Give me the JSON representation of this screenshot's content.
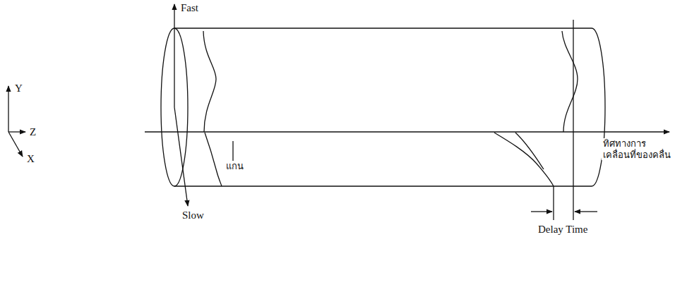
{
  "diagram": {
    "labels": [
      "Y",
      "Z",
      "X",
      "Fast",
      "Slow",
      "แกน",
      "ทิศทางการ เคลื่อนที่ของคลื่น",
      "Delay Time"
    ]
  }
}
